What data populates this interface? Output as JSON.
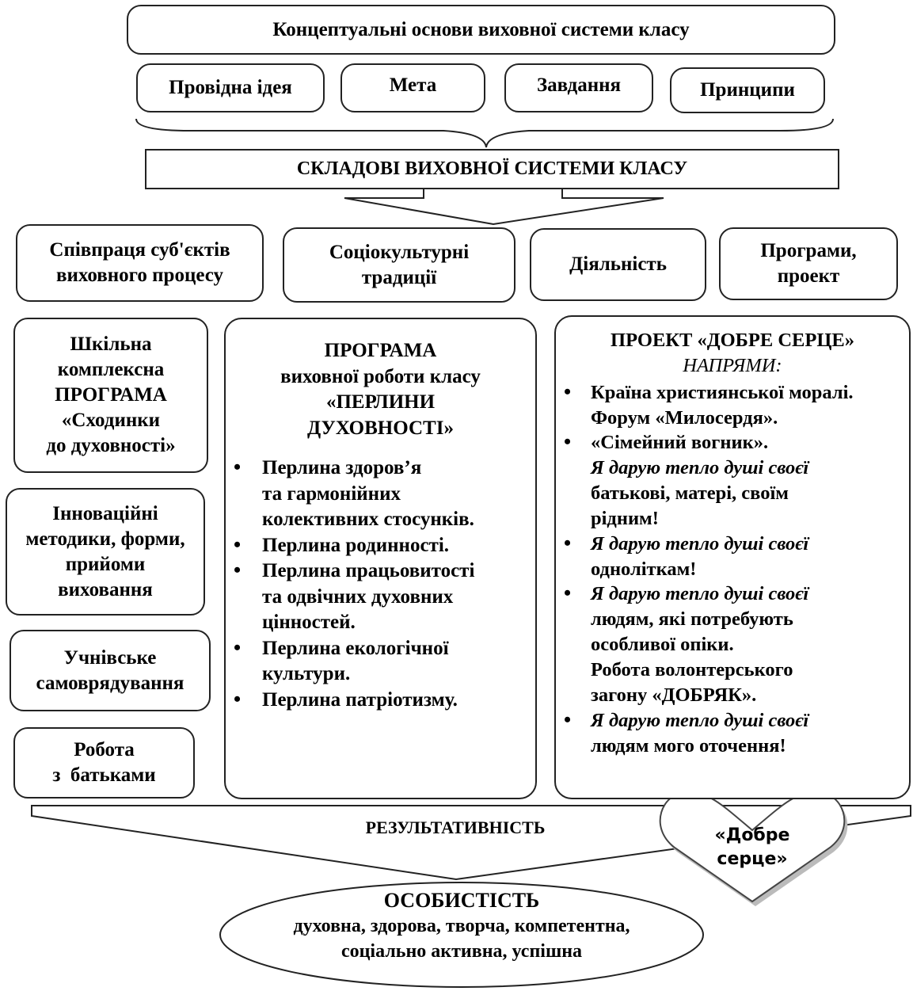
{
  "concept": {
    "title": "Концептуальні основи виховної системи класу",
    "items": [
      "Провідна ідея",
      "Мета",
      "Завдання",
      "Принципи"
    ]
  },
  "components_title": "СКЛАДОВІ ВИХОВНОЇ СИСТЕМИ КЛАСУ",
  "components": [
    [
      "Співпраця суб'єктів",
      "виховного процесу"
    ],
    [
      "Соціокультурні",
      "традиції"
    ],
    [
      "Діяльність"
    ],
    [
      "Програми,",
      "проект"
    ]
  ],
  "left_column": [
    [
      "Шкільна",
      "комплексна",
      "ПРОГРАМА",
      "«Сходинки",
      "до духовності»"
    ],
    [
      "Інноваційні",
      "методики, форми,",
      "прийоми",
      "виховання"
    ],
    [
      "Учнівське",
      "самоврядування"
    ],
    [
      "Робота",
      "з  батьками"
    ]
  ],
  "program": {
    "title": [
      "ПРОГРАМА",
      "виховної роботи класу",
      "«ПЕРЛИНИ",
      "ДУХОВНОСТІ»"
    ],
    "items": [
      [
        "Перлина здоров’я",
        "та гармонійних",
        "колективних стосунків."
      ],
      [
        "Перлина родинності."
      ],
      [
        "Перлина працьовитості",
        "та одвічних духовних",
        "цінностей."
      ],
      [
        "Перлина екологічної",
        "культури."
      ],
      [
        "Перлина патріотизму."
      ]
    ]
  },
  "project": {
    "title": "ПРОЕКТ «ДОБРЕ СЕРЦЕ»",
    "subtitle": "НАПРЯМИ:",
    "i1_line1": "Країна християнської моралі.",
    "i1_line2": "Форум «Милосердя».",
    "i2_line1": "«Сімейний вогник».",
    "i2_line2": "Я дарую тепло душі своєї",
    "i2_line3": "батькові, матері, своїм",
    "i2_line4": "рідним!",
    "i3_line1": "Я дарую тепло душі своєї",
    "i3_line2": "одноліткам!",
    "i4_line1": "Я дарую тепло душі своєї",
    "i4_line2": "людям, які потребують",
    "i4_line3": "особливої опіки.",
    "i4_line4": "Робота волонтерського",
    "i4_line5": "загону «ДОБРЯК».",
    "i5_line1": "Я дарую тепло душі своєї",
    "i5_line2": "людям мого оточення!"
  },
  "result_label": "РЕЗУЛЬТАТИВНІСТЬ",
  "heart": [
    "«Добре",
    "серце»"
  ],
  "personality": {
    "title": "ОСОБИСТІСТЬ",
    "line1": "духовна, здорова, творча, компетентна,",
    "line2": "соціально активна, успішна"
  }
}
